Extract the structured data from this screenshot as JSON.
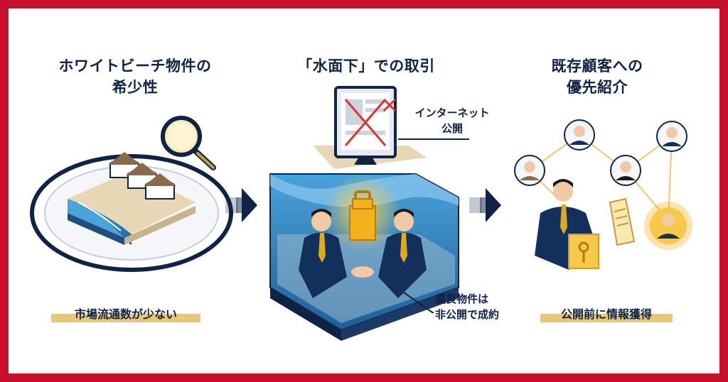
{
  "panels": [
    {
      "title_line1": "ホワイトビーチ物件の",
      "title_line2": "希少性",
      "highlight": "市場流通数が少ない"
    },
    {
      "title_line1": "「水面下」での取引",
      "callout_top_line1": "インターネット",
      "callout_top_line2": "公開",
      "callout_bottom_line1": "優良物件は",
      "callout_bottom_line2": "非公開で成約"
    },
    {
      "title_line1": "既存顧客への",
      "title_line2": "優先紹介",
      "highlight": "公開前に情報獲得"
    }
  ],
  "colors": {
    "border": "#c8102e",
    "navy": "#0f2347",
    "gold": "#e8c77a",
    "water": "#3a8cc9"
  }
}
